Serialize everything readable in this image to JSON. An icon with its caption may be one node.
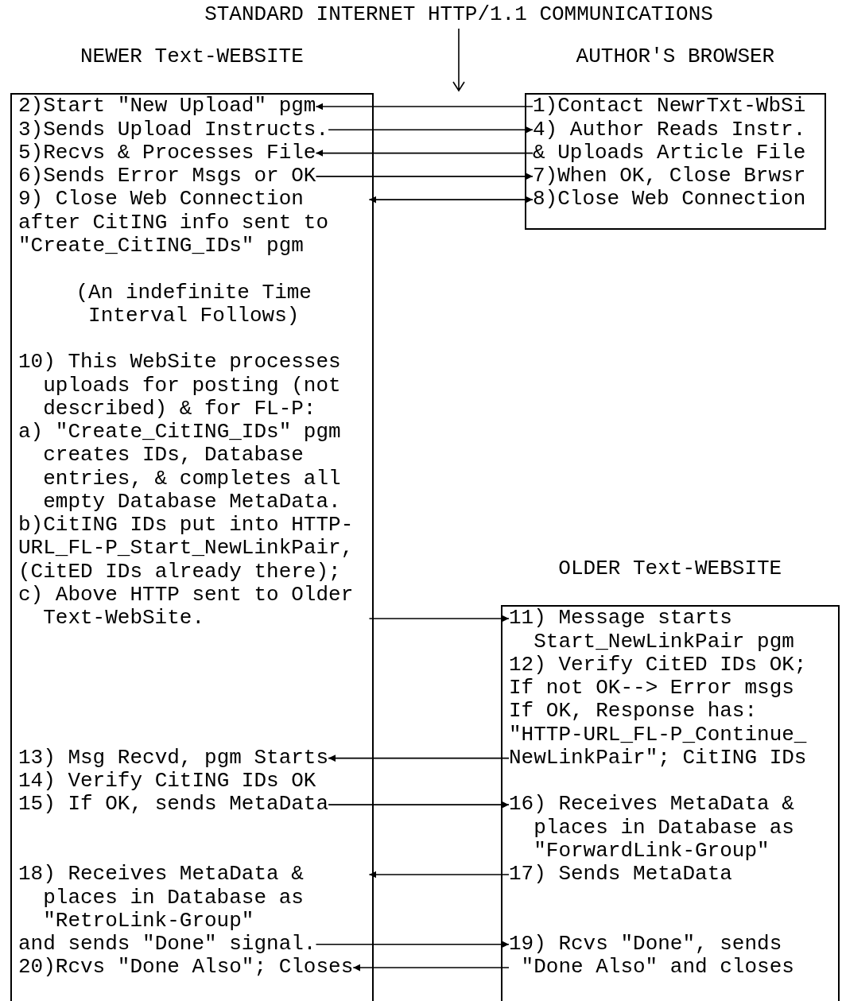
{
  "diagram": {
    "title": "STANDARD INTERNET HTTP/1.1 COMMUNICATIONS",
    "nodes": [
      {
        "text": [
          "NEWER Text-WEBSITE"
        ]
      },
      {
        "text": [
          "AUTHOR'S BROWSER"
        ]
      },
      {
        "text": [
          "OLDER Text-WEBSITE"
        ]
      },
      {
        "text": [
          "2)Start \"New Upload\" pgm"
        ],
        "in": 0
      },
      {
        "text": [
          "3)Sends Upload Instructs."
        ],
        "in": 0
      },
      {
        "text": [
          "5)Recvs & Processes File"
        ],
        "in": 0
      },
      {
        "text": [
          "6)Sends Error Msgs or OK"
        ],
        "in": 0
      },
      {
        "text": [
          "9) Close Web Connection after CitING info sent to \"Create_CitING_IDs\" pgm"
        ],
        "in": 0
      },
      {
        "text": [
          "(An indefinite Time Interval Follows)"
        ],
        "in": 0
      },
      {
        "text": [
          "10) This WebSite processes uploads for posting (not described) & for FL-P:",
          "a) \"Create_CitING_IDs\" pgm creates IDs, Database entries, & completes all empty Database MetaData.",
          "b)CitING IDs put into HTTP-URL_FL-P_Start_NewLinkPair, (CitED IDs already there);",
          "c) Above HTTP sent to Older Text-WebSite."
        ],
        "in": 0
      },
      {
        "text": [
          "13) Msg Recvd, pgm Starts"
        ],
        "in": 0
      },
      {
        "text": [
          "14) Verify CitING IDs OK"
        ],
        "in": 0
      },
      {
        "text": [
          "15) If OK, sends MetaData"
        ],
        "in": 0
      },
      {
        "text": [
          "18) Receives MetaData & places in Database as \"RetroLink-Group\"",
          "and sends \"Done\" signal."
        ],
        "in": 0
      },
      {
        "text": [
          "20)Rcvs \"Done Also\"; Closes"
        ],
        "in": 0
      },
      {
        "text": [
          "1)Contact NewrTxt-WbSi"
        ],
        "in": 1
      },
      {
        "text": [
          "4) Author Reads Instr. & Uploads Article File"
        ],
        "in": 1
      },
      {
        "text": [
          "7)When OK, Close Brwsr"
        ],
        "in": 1
      },
      {
        "text": [
          "8)Close Web Connection"
        ],
        "in": 1
      },
      {
        "text": [
          "11) Message starts Start_NewLinkPair pgm"
        ],
        "in": 2
      },
      {
        "text": [
          "12) Verify CitED IDs OK; If not OK--> Error msgs If OK, Response has: \"HTTP-URL_FL-P_Continue_NewLinkPair\"; CitING IDs"
        ],
        "in": 2
      },
      {
        "text": [
          "16) Receives MetaData & places in Database as \"ForwardLink-Group\""
        ],
        "in": 2
      },
      {
        "text": [
          "17) Sends MetaData"
        ],
        "in": 2
      },
      {
        "text": [
          "19) Rcvs \"Done\", sends \"Done Also\" and closes"
        ],
        "in": 2
      }
    ],
    "edges": [
      {
        "from": 15,
        "to": 3,
        "arrow": "to"
      },
      {
        "from": 4,
        "to": 16,
        "arrow": "to"
      },
      {
        "from": 16,
        "to": 5,
        "arrow": "to"
      },
      {
        "from": 6,
        "to": 17,
        "arrow": "to"
      },
      {
        "from": 7,
        "to": 18,
        "arrow": "both"
      },
      {
        "from": 9,
        "to": 19,
        "arrow": "to"
      },
      {
        "from": 20,
        "to": 10,
        "arrow": "to"
      },
      {
        "from": 12,
        "to": 21,
        "arrow": "to"
      },
      {
        "from": 22,
        "to": 13,
        "arrow": "to"
      },
      {
        "from": 13,
        "to": 23,
        "arrow": "to"
      },
      {
        "from": 23,
        "to": 14,
        "arrow": "to"
      }
    ]
  }
}
